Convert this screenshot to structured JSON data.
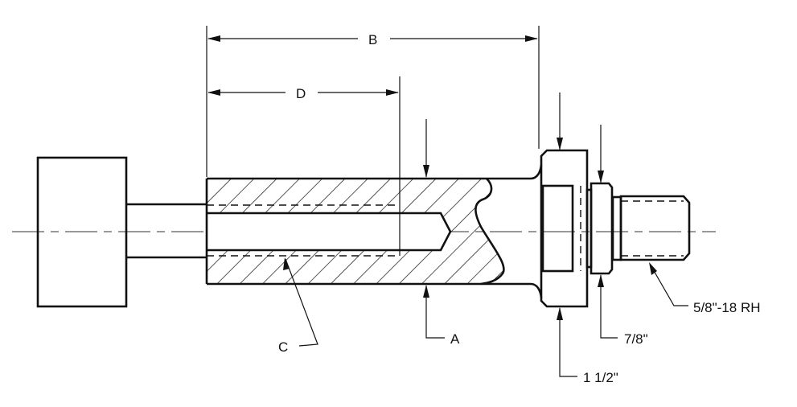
{
  "diagram": {
    "labels": {
      "B": "B",
      "D": "D",
      "C": "C",
      "A": "A",
      "flange": "1 1/2\"",
      "collar": "7/8\"",
      "thread": "5/8\"-18 RH"
    },
    "colors": {
      "ink": "#111111",
      "background": "#ffffff"
    }
  }
}
